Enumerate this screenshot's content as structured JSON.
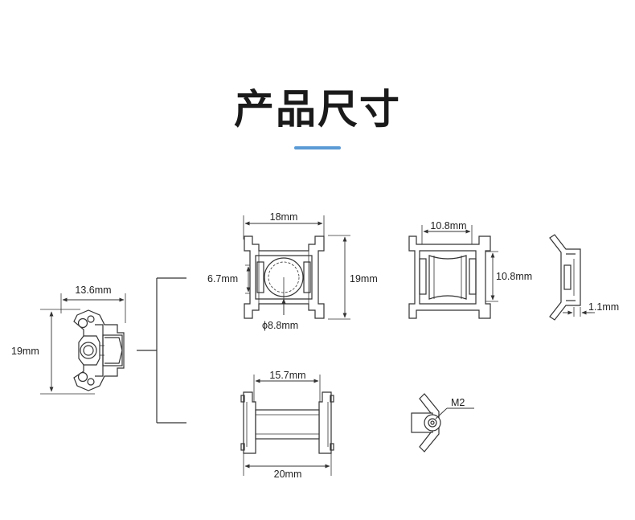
{
  "title": "产品尺寸",
  "colors": {
    "accent": "#5b9bd5",
    "line": "#333333",
    "text": "#222222"
  },
  "dimensions": {
    "side_width": "13.6mm",
    "side_height": "19mm",
    "front_width": "18mm",
    "front_height": "19mm",
    "front_inner": "6.7mm",
    "front_hole": "ϕ8.8mm",
    "back_width": "10.8mm",
    "back_height": "10.8mm",
    "edge_thickness": "1.1mm",
    "top_span": "15.7mm",
    "top_width": "20mm",
    "screw": "M2"
  }
}
